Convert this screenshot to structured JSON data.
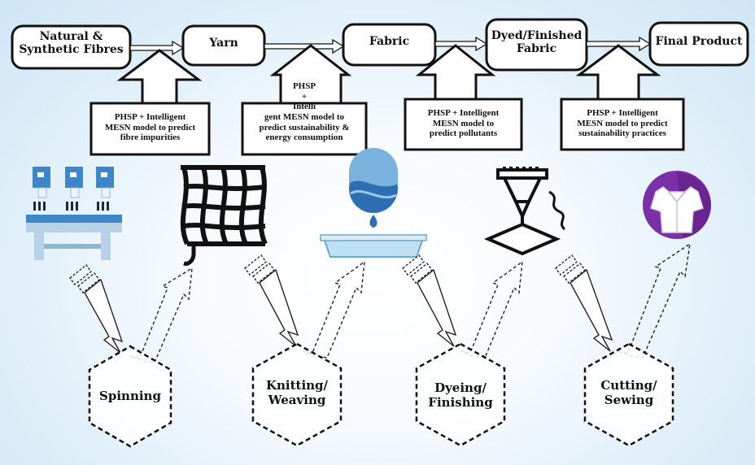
{
  "flow": {
    "stages": [
      {
        "lines": [
          "Natural &",
          "Synthetic Fibres"
        ]
      },
      {
        "lines": [
          "Yarn"
        ]
      },
      {
        "lines": [
          "Fabric"
        ]
      },
      {
        "lines": [
          "Dyed/Finished",
          "Fabric"
        ]
      },
      {
        "lines": [
          "Final Product"
        ]
      }
    ]
  },
  "annotations": [
    {
      "lines": [
        "PHSP + Intelligent",
        "MESN model to predict",
        "fibre impurities"
      ]
    },
    {
      "lines": [
        "PHSP",
        "+",
        "Intelli",
        "gent MESN model to",
        "predict sustainability &",
        "energy consumption"
      ]
    },
    {
      "lines": [
        "PHSP + Intelligent",
        "MESN model to",
        "predict pollutants"
      ]
    },
    {
      "lines": [
        "PHSP + Intelligent",
        "MESN model to predict",
        "sustainability practices"
      ]
    }
  ],
  "processes": [
    {
      "lines": [
        "Spinning"
      ]
    },
    {
      "lines": [
        "Knitting/",
        "Weaving"
      ]
    },
    {
      "lines": [
        "Dyeing/",
        "Finishing"
      ]
    },
    {
      "lines": [
        "Cutting/",
        "Sewing"
      ]
    }
  ],
  "icons": [
    "spinning-machine-icon",
    "woven-mesh-icon",
    "water-basin-icon",
    "3d-printer-icon",
    "shirt-icon"
  ],
  "colors": {
    "accent_blue": "#4a90c8",
    "icon_purple": "#7b2fa8",
    "outline": "#111111"
  }
}
